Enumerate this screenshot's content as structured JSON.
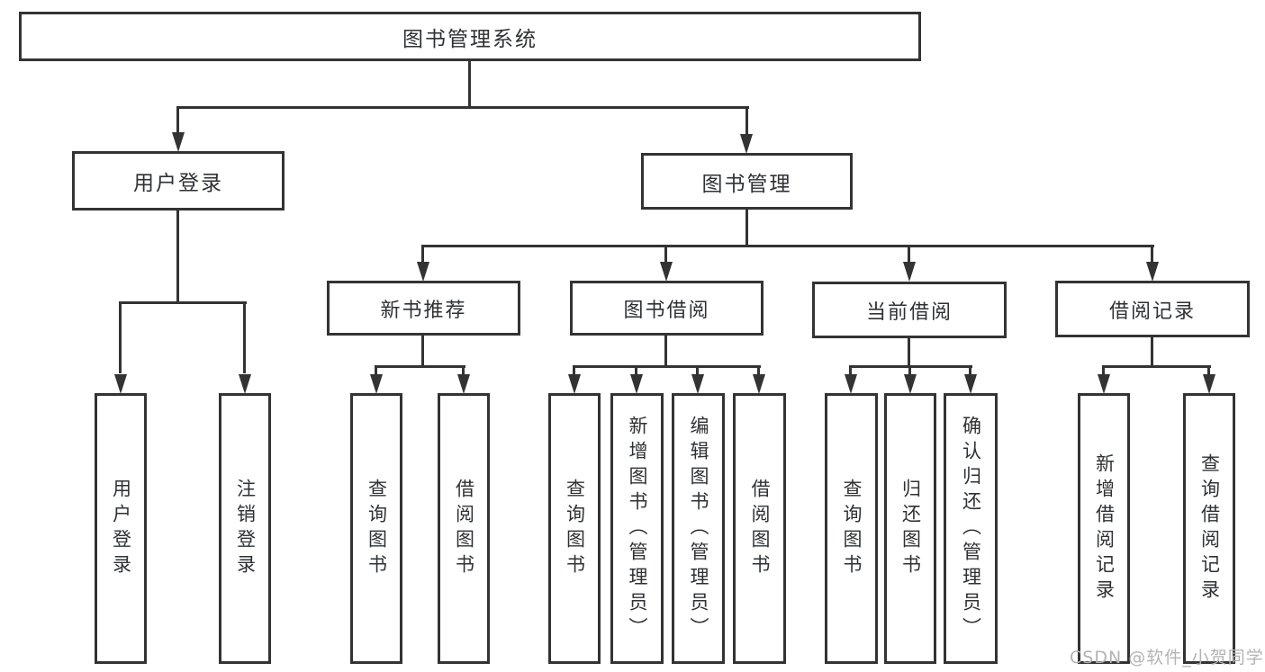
{
  "diagram": {
    "title": "图书管理系统",
    "level2": [
      {
        "label": "用户登录"
      },
      {
        "label": "图书管理"
      }
    ],
    "level3": [
      {
        "label": "新书推荐"
      },
      {
        "label": "图书借阅"
      },
      {
        "label": "当前借阅"
      },
      {
        "label": "借阅记录"
      }
    ],
    "leaves": {
      "user_login": [
        {
          "label": "用户登录"
        },
        {
          "label": "注销登录"
        }
      ],
      "new_book": [
        {
          "label": "查询图书"
        },
        {
          "label": "借阅图书"
        }
      ],
      "book_borrow": [
        {
          "label": "查询图书"
        },
        {
          "label": "新增图书（管理员）"
        },
        {
          "label": "编辑图书（管理员）"
        },
        {
          "label": "借阅图书"
        }
      ],
      "current_borrow": [
        {
          "label": "查询图书"
        },
        {
          "label": "归还图书"
        },
        {
          "label": "确认归还（管理员）"
        }
      ],
      "borrow_record": [
        {
          "label": "新增借阅记录"
        },
        {
          "label": "查询借阅记录"
        }
      ]
    },
    "watermark": "CSDN @软件_小贺同学",
    "colors": {
      "line": "#333333",
      "text": "#2e3235",
      "background": "#ffffff",
      "watermark": "#b3b3b3"
    }
  }
}
